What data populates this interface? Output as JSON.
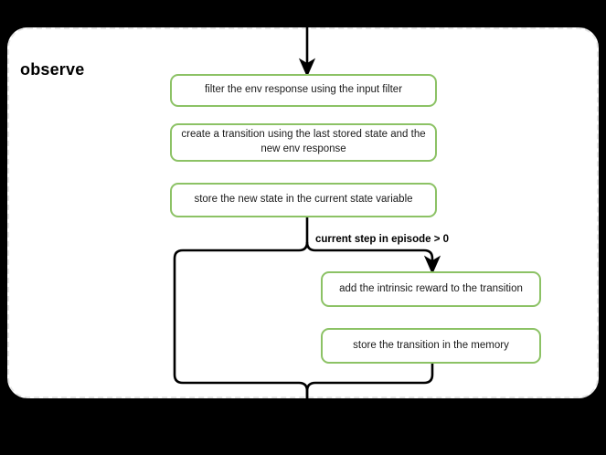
{
  "diagram": {
    "type": "flowchart",
    "title": "observe",
    "background_color": "#000000",
    "container": {
      "label": "observe",
      "fill": "#ffffff",
      "border_color": "#e6e6e6",
      "border_style": "dashed"
    },
    "node_style": {
      "border_color": "#8cc265",
      "fill": "#ffffff",
      "text_color": "#1a1a1a"
    },
    "edge_color": "#000000",
    "nodes": [
      {
        "id": "filter",
        "label": "filter the env response using the input filter"
      },
      {
        "id": "transition",
        "label": "create a transition using the last stored state and the new env response"
      },
      {
        "id": "storestate",
        "label": "store the new state in the current state variable"
      },
      {
        "id": "intrinsic",
        "label": "add the intrinsic reward to the transition"
      },
      {
        "id": "storemem",
        "label": "store the transition in the memory"
      }
    ],
    "branch": {
      "condition_label": "current step in episode > 0",
      "true_path": [
        "intrinsic",
        "storemem"
      ],
      "false_path": "bypass"
    },
    "edges": [
      {
        "from": "entry",
        "to": "filter",
        "label": ""
      },
      {
        "from": "storestate",
        "to": "branch",
        "label": ""
      },
      {
        "from": "branch",
        "to": "intrinsic",
        "label": "current step in episode > 0"
      },
      {
        "from": "branch",
        "to": "merge",
        "label": ""
      },
      {
        "from": "storemem",
        "to": "merge",
        "label": ""
      },
      {
        "from": "merge",
        "to": "exit",
        "label": ""
      }
    ]
  }
}
